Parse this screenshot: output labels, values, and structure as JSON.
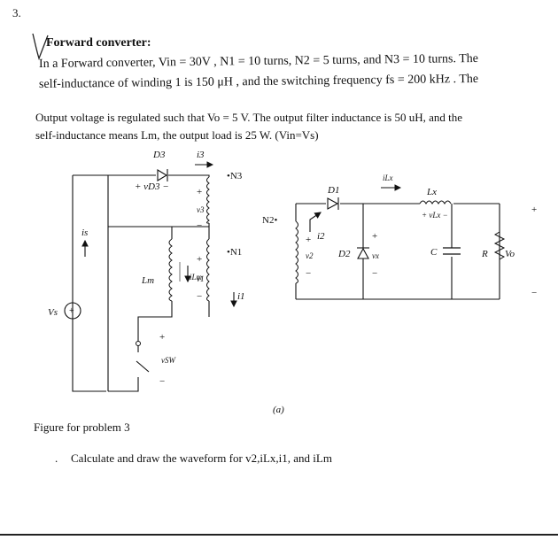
{
  "problem": {
    "number": "3.",
    "heading": "Forward converter:",
    "line1": "In a Forward converter, Vin = 30V , N1 = 10 turns, N2 = 5 turns, and N3 = 10 turns. The",
    "line2": "self-inductance of winding 1 is 150 μH , and the switching frequency fs = 200 kHz . The",
    "line3": "Output voltage is regulated such that Vo = 5 V. The output filter inductance is 50 uH, and the",
    "line4": "self-inductance means Lm, the output load is 25 W. (Vin=Vs)"
  },
  "figure": {
    "sub_label": "(a)",
    "caption": "Figure for problem 3",
    "task_bullet": ".",
    "task": "Calculate and draw the waveform for v2,iLx,i1, and iLm",
    "labels": {
      "D3": "D3",
      "i3": "i3",
      "vD3": "+ vD3 −",
      "N3": "•N3",
      "v3": "v3",
      "N2": "N2•",
      "i2": "i2",
      "v2": "v2",
      "N1": "•N1",
      "v1": "v1",
      "i1": "i1",
      "Lm": "Lm",
      "iLm": "iLm",
      "is": "is",
      "Vs": "Vs",
      "vsw": "vSW",
      "D1": "D1",
      "D2": "D2",
      "vx": "vx",
      "iLx": "iLx",
      "Lx": "Lx",
      "vLx": "+ vLx −",
      "C": "C",
      "R": "R",
      "Vo": "Vo",
      "plus": "+",
      "minus": "−"
    }
  }
}
